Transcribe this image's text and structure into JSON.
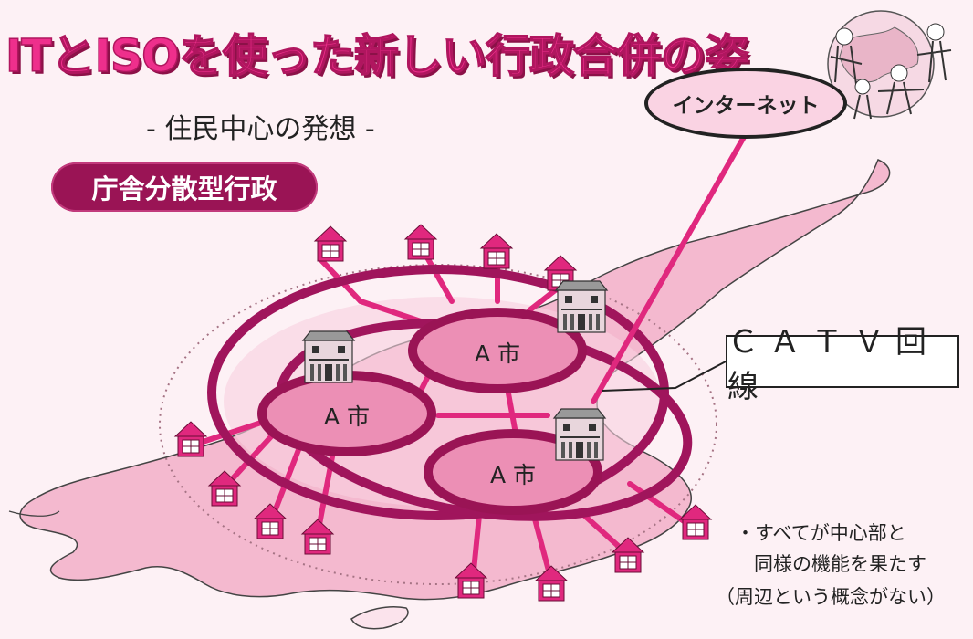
{
  "title": "ITとISOを使った新しい行政合併の姿",
  "subtitle": "- 住民中心の発想 -",
  "badge": "庁舎分散型行政",
  "internet_label": "インターネット",
  "catv_label": "ＣＡＴＶ回線",
  "city_label": "A 市",
  "notes": {
    "line1": "・すべてが中心部と",
    "line2": "同様の機能を果たす",
    "line3": "（周辺という概念がない）"
  },
  "colors": {
    "accent": "#ee2f8c",
    "dark_magenta": "#9a1455",
    "ring": "#a0155c",
    "line": "#e0287e",
    "land": "#f4b9cf",
    "city_fill": "#ec8fb5",
    "background": "#fdf1f5"
  },
  "icons": [
    "house-icon",
    "government-building-icon",
    "globe-people-icon"
  ]
}
